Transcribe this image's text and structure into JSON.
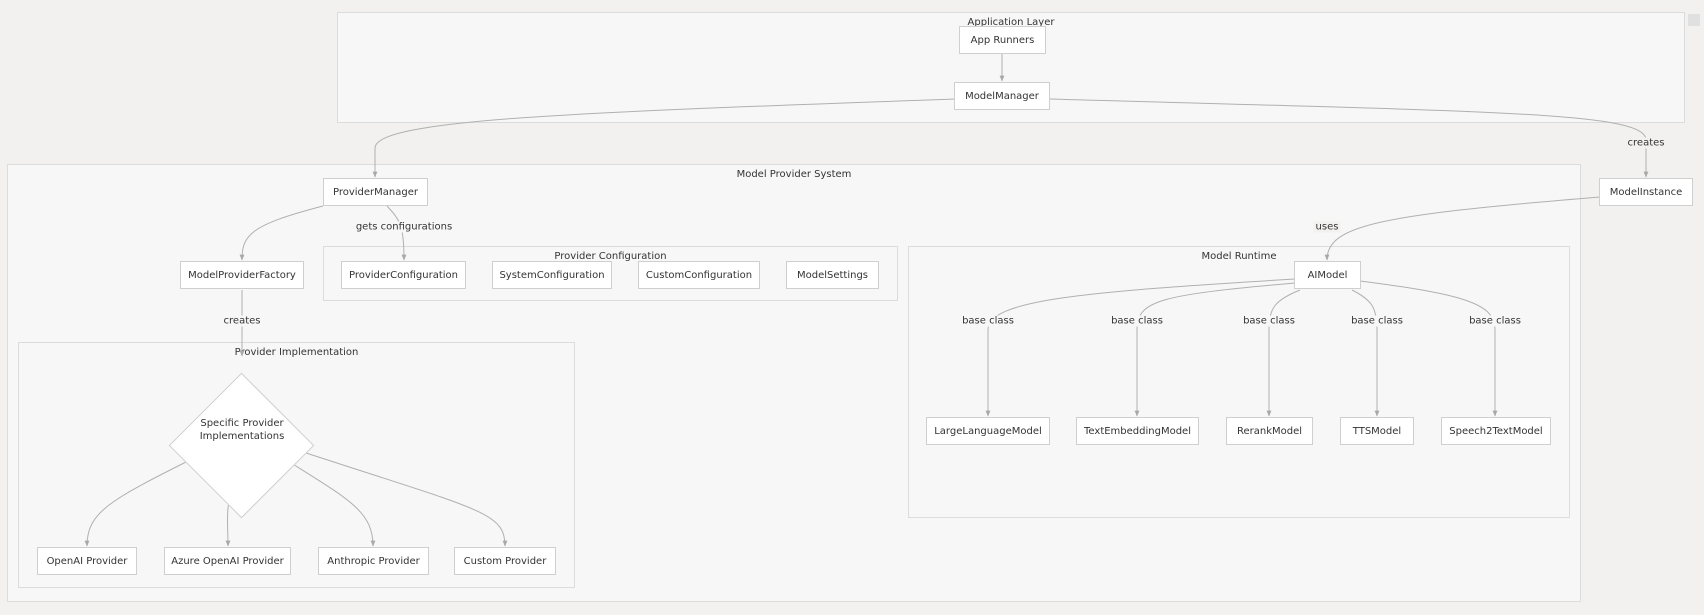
{
  "groups": {
    "app_layer": "Application Layer",
    "provider_system": "Model Provider System",
    "provider_config": "Provider Configuration",
    "model_runtime": "Model Runtime",
    "provider_impl": "Provider Implementation"
  },
  "nodes": {
    "app_runners": "App Runners",
    "model_manager": "ModelManager",
    "provider_manager": "ProviderManager",
    "model_instance": "ModelInstance",
    "model_provider_factory": "ModelProviderFactory",
    "provider_configuration": "ProviderConfiguration",
    "system_configuration": "SystemConfiguration",
    "custom_configuration": "CustomConfiguration",
    "model_settings": "ModelSettings",
    "ai_model": "AIModel",
    "specific_provider_line1": "Specific Provider",
    "specific_provider_line2": "Implementations",
    "openai_provider": "OpenAI Provider",
    "azure_openai_provider": "Azure OpenAI Provider",
    "anthropic_provider": "Anthropic Provider",
    "custom_provider": "Custom Provider",
    "large_language_model": "LargeLanguageModel",
    "text_embedding_model": "TextEmbeddingModel",
    "rerank_model": "RerankModel",
    "tts_model": "TTSModel",
    "speech2text_model": "Speech2TextModel"
  },
  "edge_labels": {
    "creates_instance": "creates",
    "uses": "uses",
    "gets_configurations": "gets configurations",
    "creates_impl": "creates",
    "base_class_1": "base class",
    "base_class_2": "base class",
    "base_class_3": "base class",
    "base_class_4": "base class",
    "base_class_5": "base class"
  },
  "colors": {
    "background": "#f2f1ef",
    "group_fill": "#f7f7f7",
    "node_fill": "#ffffff",
    "border": "#cfcfcf",
    "edge": "#a8a8a8"
  }
}
